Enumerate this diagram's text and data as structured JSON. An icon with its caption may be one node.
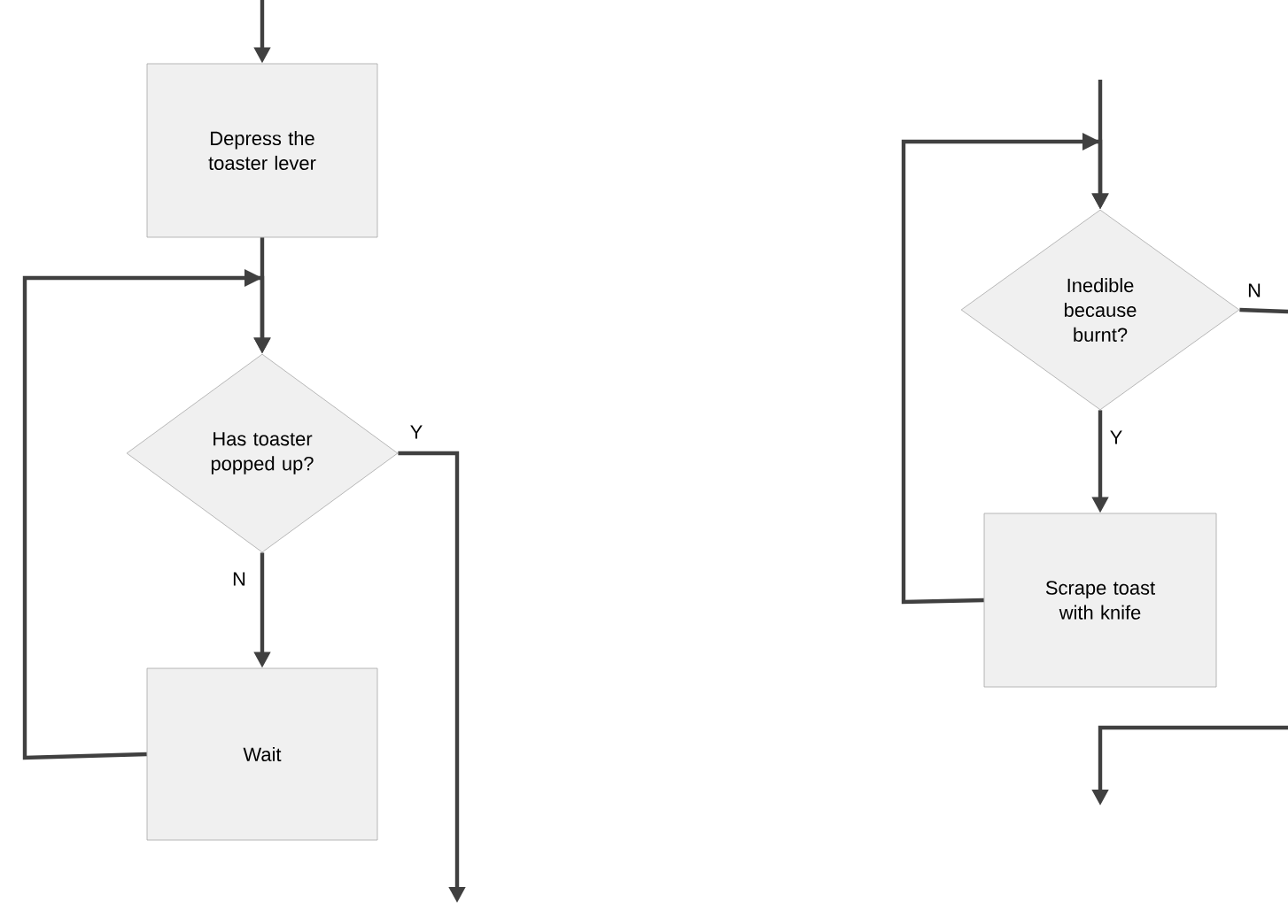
{
  "diagram": {
    "nodes": [
      {
        "text": [
          "Depress the toaster lever"
        ]
      },
      {
        "text": [
          "Has toaster popped up?"
        ]
      },
      {
        "text": [
          "Wait"
        ]
      },
      {
        "text": [
          "Inedible because burnt?"
        ]
      },
      {
        "text": [
          "Scrape toast with knife"
        ]
      }
    ],
    "edges": [
      {
        "from": null,
        "to": 0,
        "arrow": "to"
      },
      {
        "from": 0,
        "to": 1,
        "arrow": "to"
      },
      {
        "from": 1,
        "to": 2,
        "arrow": "to",
        "label": "N"
      },
      {
        "from": 2,
        "to": 1,
        "arrow": "to"
      },
      {
        "from": 1,
        "to": null,
        "arrow": "to",
        "label": "Y"
      },
      {
        "from": null,
        "to": 3,
        "arrow": "to"
      },
      {
        "from": 3,
        "to": 4,
        "arrow": "to",
        "label": "Y"
      },
      {
        "from": 4,
        "to": 3,
        "arrow": "to"
      },
      {
        "from": 3,
        "to": null,
        "arrow": "none",
        "label": "N"
      }
    ]
  }
}
